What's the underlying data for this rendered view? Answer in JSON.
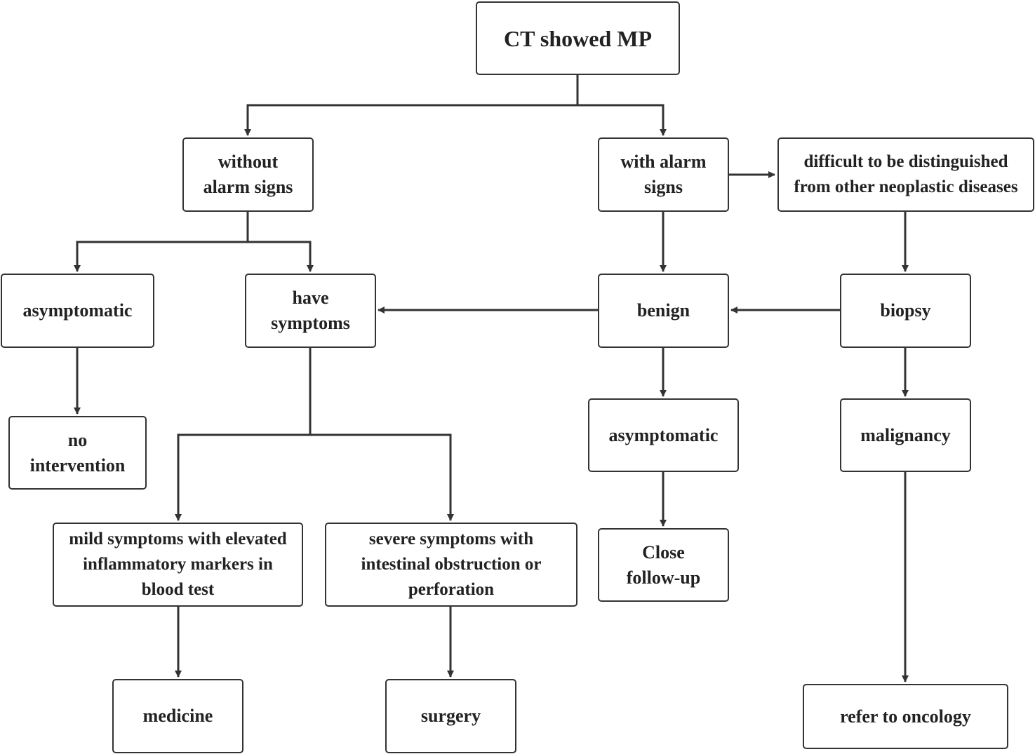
{
  "nodes": {
    "ct_showed_mp": "CT showed MP",
    "without_alarm_signs": "without alarm signs",
    "with_alarm_signs": "with alarm signs",
    "difficult_to_distinguish": "difficult to be distinguished from other neoplastic diseases",
    "asymptomatic_left": "asymptomatic",
    "have_symptoms": "have symptoms",
    "benign": "benign",
    "biopsy": "biopsy",
    "no_intervention": "no intervention",
    "asymptomatic_right": "asymptomatic",
    "malignancy": "malignancy",
    "mild_symptoms": "mild symptoms with elevated inflammatory markers in blood test",
    "severe_symptoms": "severe symptoms with intestinal obstruction or perforation",
    "close_follow_up": "Close follow-up",
    "medicine": "medicine",
    "surgery": "surgery",
    "refer_to_oncology": "refer to oncology"
  },
  "colors": {
    "line": "#333333",
    "border": "#333333",
    "text": "#222222",
    "background": "#ffffff"
  }
}
